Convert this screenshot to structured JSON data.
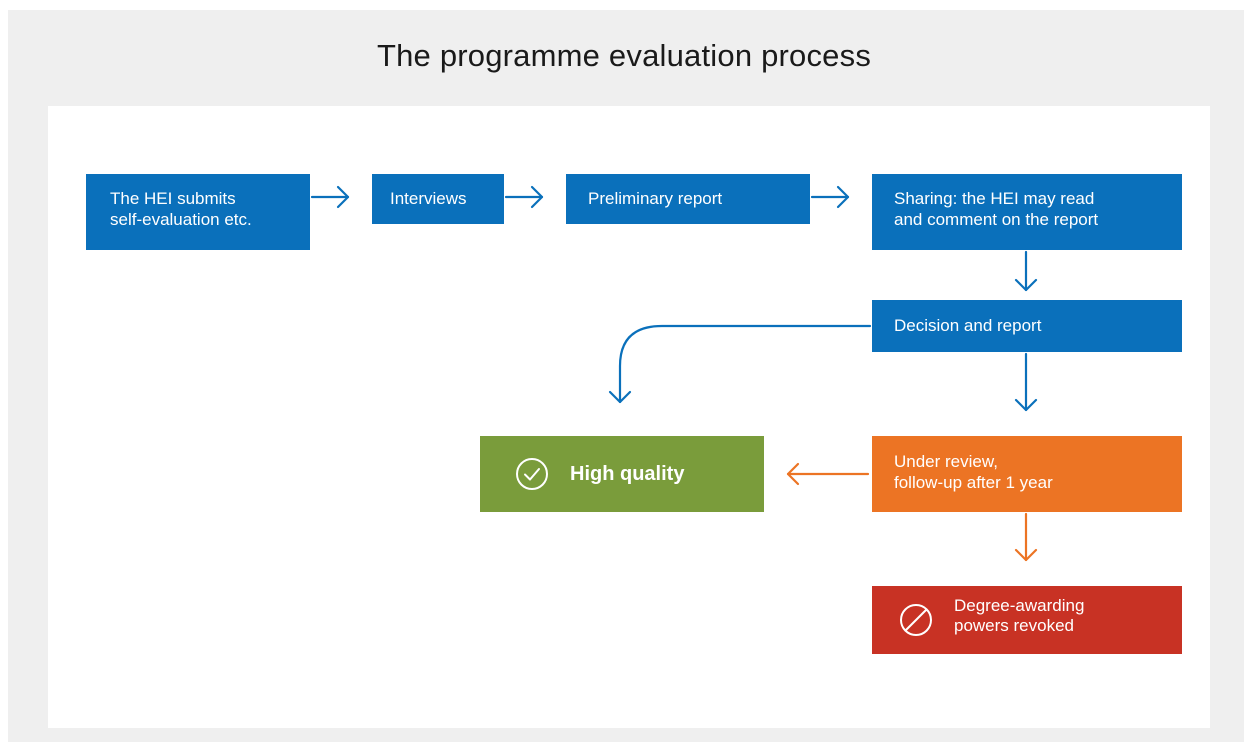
{
  "title": "The programme evaluation process",
  "colors": {
    "blue": "#0a70bb",
    "green": "#7a9c3b",
    "orange": "#ec7424",
    "red": "#c83224"
  },
  "steps": {
    "submit": [
      "The HEI submits",
      "self-evaluation etc."
    ],
    "interviews": "Interviews",
    "preliminary": "Preliminary report",
    "sharing": [
      "Sharing: the HEI may read",
      "and comment on the report"
    ],
    "decision": "Decision and report"
  },
  "outcomes": {
    "high_quality": {
      "label": "High quality",
      "icon": "check-circle-icon"
    },
    "under_review": {
      "lines": [
        "Under review,",
        "follow-up after 1 year"
      ]
    },
    "revoked": {
      "lines": [
        "Degree-awarding",
        "powers revoked"
      ],
      "icon": "prohibited-icon"
    }
  }
}
